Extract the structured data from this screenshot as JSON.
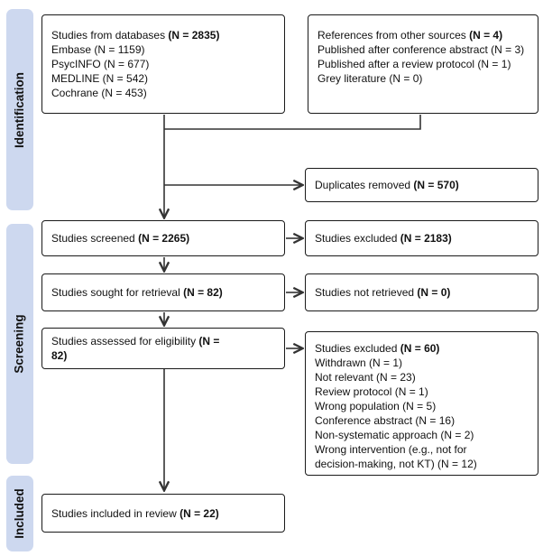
{
  "colors": {
    "sidebar_fill": "#cdd8ef",
    "box_border": "#1a1a1a",
    "connector": "#333333",
    "background": "#ffffff"
  },
  "sidebar": {
    "stages": [
      {
        "label": "Identification"
      },
      {
        "label": "Screening"
      },
      {
        "label": "Included"
      }
    ]
  },
  "boxes": {
    "databases": {
      "title": "Studies from databases",
      "n": "(N = 2835)",
      "items": [
        "Embase (N = 1159)",
        "PsycINFO (N = 677)",
        "MEDLINE (N = 542)",
        "Cochrane (N = 453)"
      ]
    },
    "other_sources": {
      "title": "References from other sources",
      "n": "(N = 4)",
      "items": [
        "Published after conference abstract (N = 3)",
        "Published after a review protocol (N = 1)",
        "Grey literature (N = 0)"
      ]
    },
    "duplicates_removed": {
      "title": "Duplicates removed",
      "n": "(N = 570)"
    },
    "screened": {
      "title": "Studies screened",
      "n": "(N = 2265)"
    },
    "screened_excluded": {
      "title": "Studies excluded",
      "n": "(N = 2183)"
    },
    "sought": {
      "title": "Studies sought for retrieval",
      "n": "(N = 82)"
    },
    "not_retrieved": {
      "title": "Studies not retrieved",
      "n": "(N = 0)"
    },
    "assessed": {
      "title": "Studies assessed for eligibility",
      "n": "(N = 82)"
    },
    "assessed_excluded": {
      "title": "Studies excluded",
      "n": "(N = 60)",
      "items": [
        "Withdrawn (N = 1)",
        "Not relevant (N = 23)",
        "Review protocol (N = 1)",
        "Wrong population (N = 5)",
        "Conference abstract (N = 16)",
        "Non-systematic approach (N = 2)",
        "Wrong intervention (e.g., not for decision-making, not KT) (N = 12)"
      ]
    },
    "included": {
      "title": "Studies included in review",
      "n": "(N = 22)"
    }
  }
}
